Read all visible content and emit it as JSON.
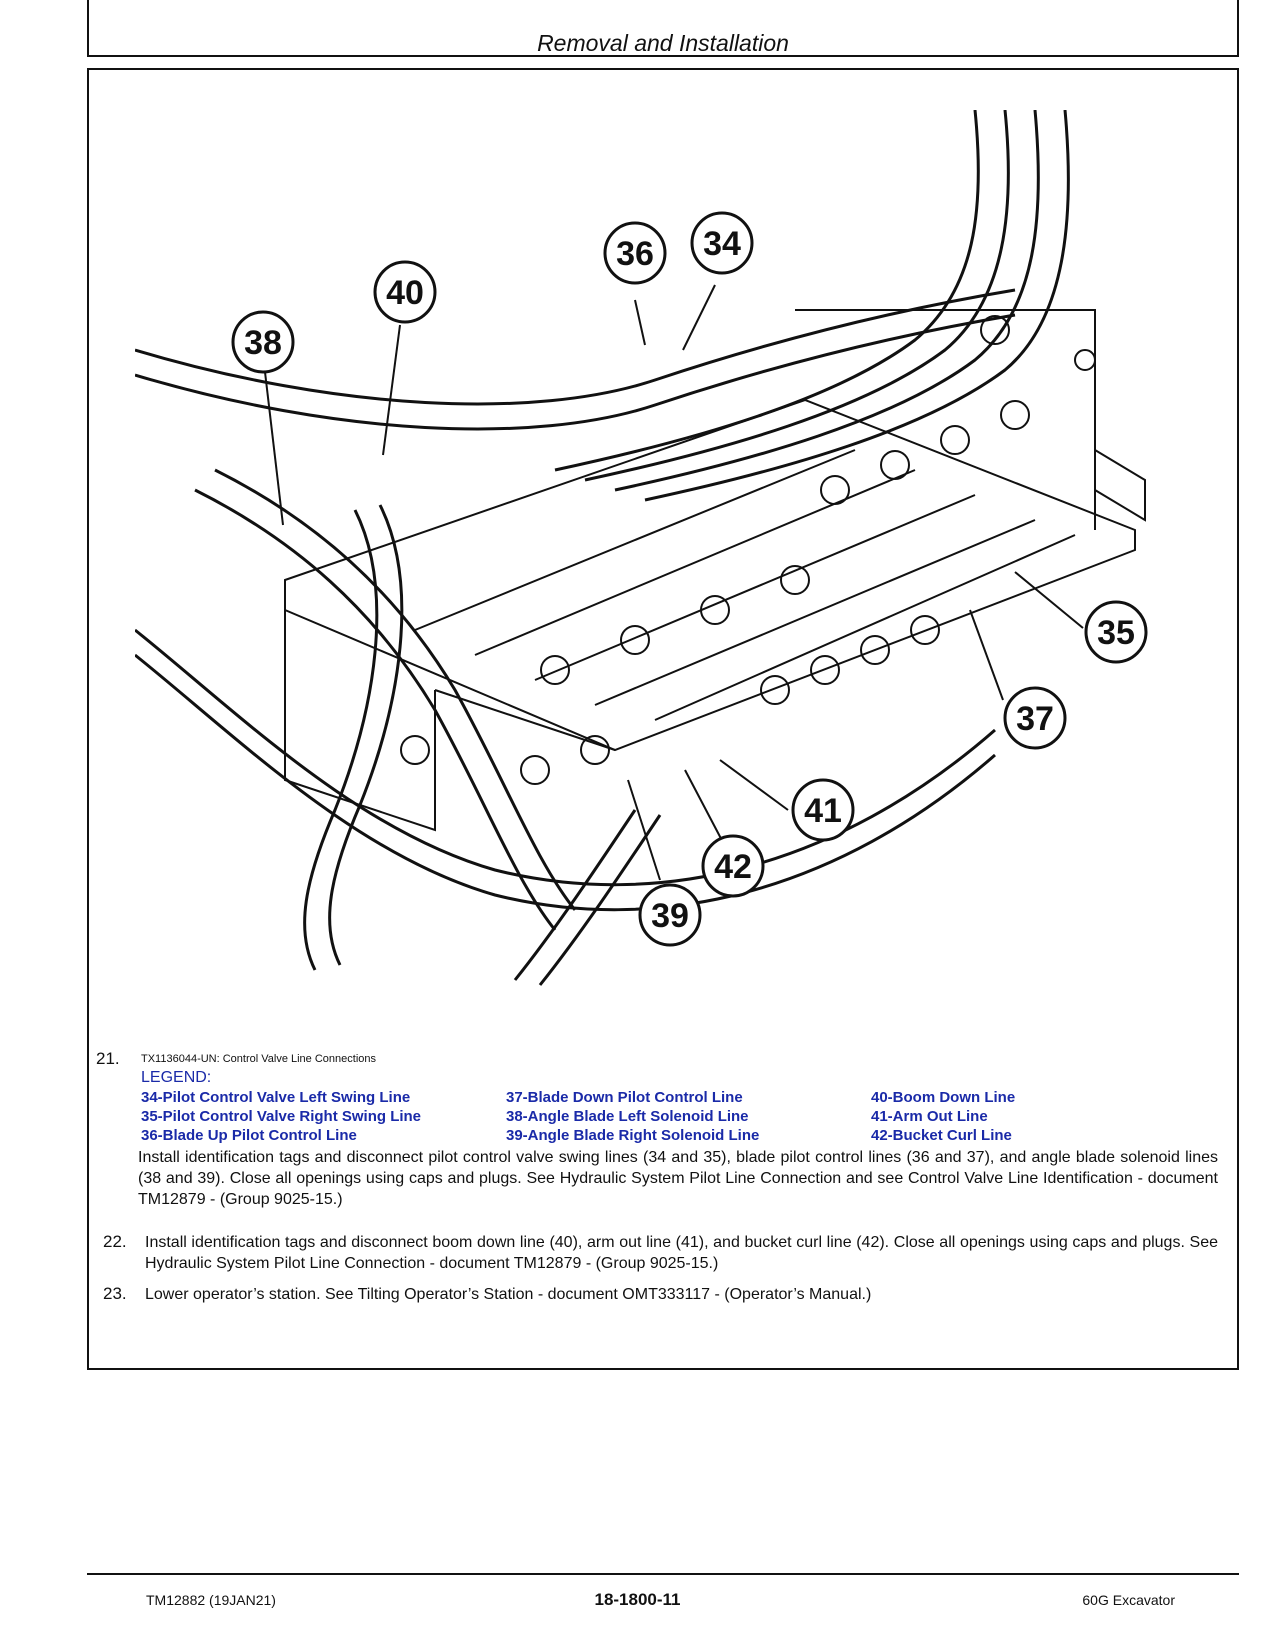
{
  "header": {
    "title": "Removal and Installation"
  },
  "figure": {
    "callouts": [
      "36",
      "34",
      "40",
      "38",
      "35",
      "37",
      "41",
      "42",
      "39"
    ]
  },
  "step21": {
    "number": "21.",
    "caption": "TX1136044-UN: Control Valve Line Connections",
    "legend_title": "LEGEND:",
    "legend": [
      "34-Pilot Control Valve Left Swing Line",
      "37-Blade Down Pilot Control Line",
      "40-Boom Down Line",
      "35-Pilot Control Valve Right Swing Line",
      "38-Angle Blade Left Solenoid Line",
      "41-Arm Out Line",
      "36-Blade Up Pilot Control Line",
      "39-Angle Blade Right Solenoid Line",
      "42-Bucket Curl Line"
    ],
    "text": "Install identification tags and disconnect pilot control valve swing lines (34 and 35), blade pilot control lines (36 and 37), and angle blade solenoid lines (38 and 39). Close all openings using caps and plugs. See Hydraulic System Pilot Line Connection and see Control Valve Line Identification - document TM12879 - (Group 9025-15.)"
  },
  "step22": {
    "number": "22.",
    "text": "Install identification tags and disconnect boom down line (40), arm out line (41), and bucket curl line (42). Close all openings using caps and plugs. See Hydraulic System Pilot Line Connection - document TM12879 - (Group 9025-15.)"
  },
  "step23": {
    "number": "23.",
    "text": "Lower operator’s station. See Tilting Operator’s Station - document OMT333117 - (Operator’s Manual.)"
  },
  "footer": {
    "left": "TM12882 (19JAN21)",
    "center": "18-1800-11",
    "right": "60G Excavator"
  },
  "colors": {
    "legend": "#1a2aa8",
    "text": "#111111"
  }
}
